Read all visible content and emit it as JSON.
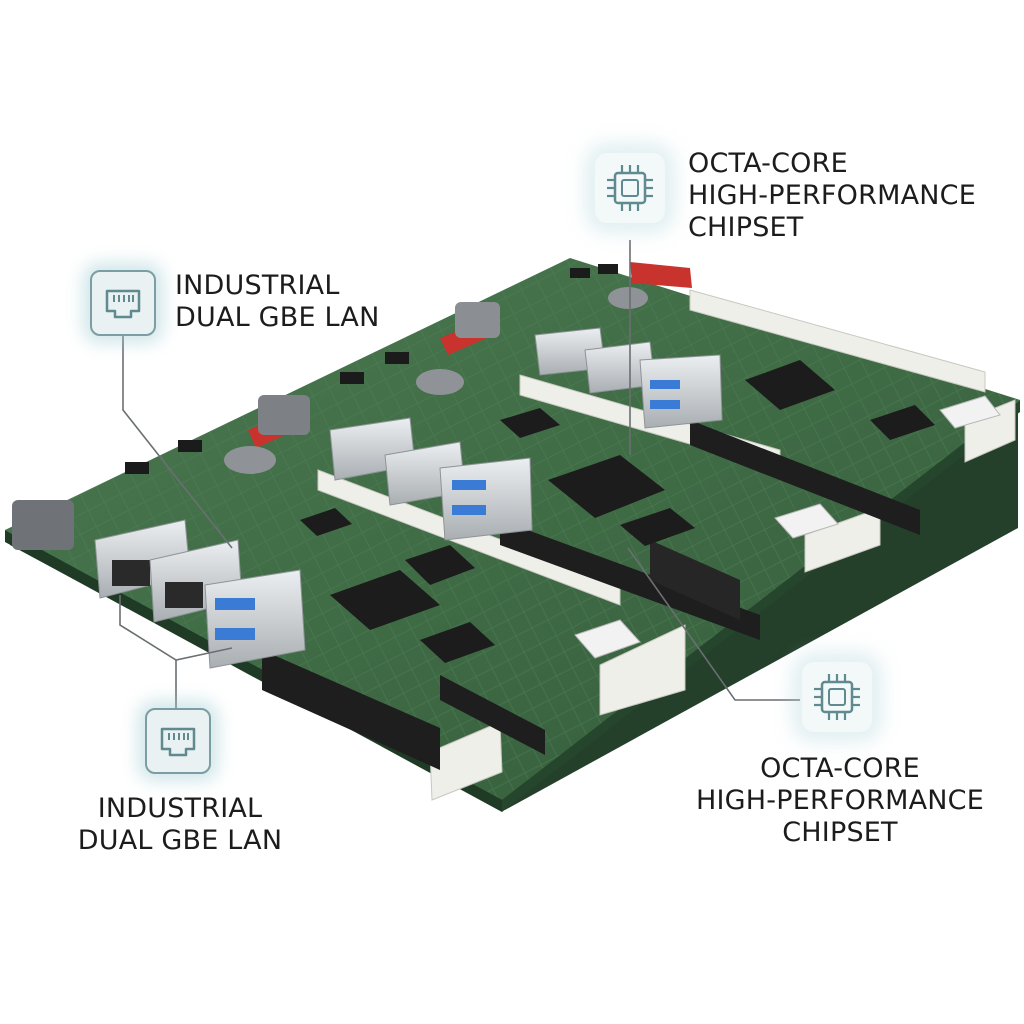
{
  "callouts": {
    "chipset_top": {
      "text": "OCTA-CORE\nHIGH-PERFORMANCE\nCHIPSET",
      "icon": "cpu-chip-icon"
    },
    "lan_top": {
      "text": "INDUSTRIAL\nDUAL GBE LAN",
      "icon": "ethernet-port-icon"
    },
    "lan_bottom": {
      "text": "INDUSTRIAL\nDUAL GBE LAN",
      "icon": "ethernet-port-icon"
    },
    "chipset_bottom": {
      "text": "OCTA-CORE\nHIGH-PERFORMANCE\nCHIPSET",
      "icon": "cpu-chip-icon"
    }
  },
  "colors": {
    "pcb": "#3f6b45",
    "pcb_dark": "#2c4e33",
    "pcb_edge": "#1f3a25",
    "silver": "#cfd3d6",
    "usb_blue": "#3a7bd5",
    "connector_white": "#efefea",
    "connector_black": "#1e1e1e",
    "header_red": "#c8332e",
    "leader_line": "#6a6f72",
    "icon_stroke": "#5f8a90"
  }
}
